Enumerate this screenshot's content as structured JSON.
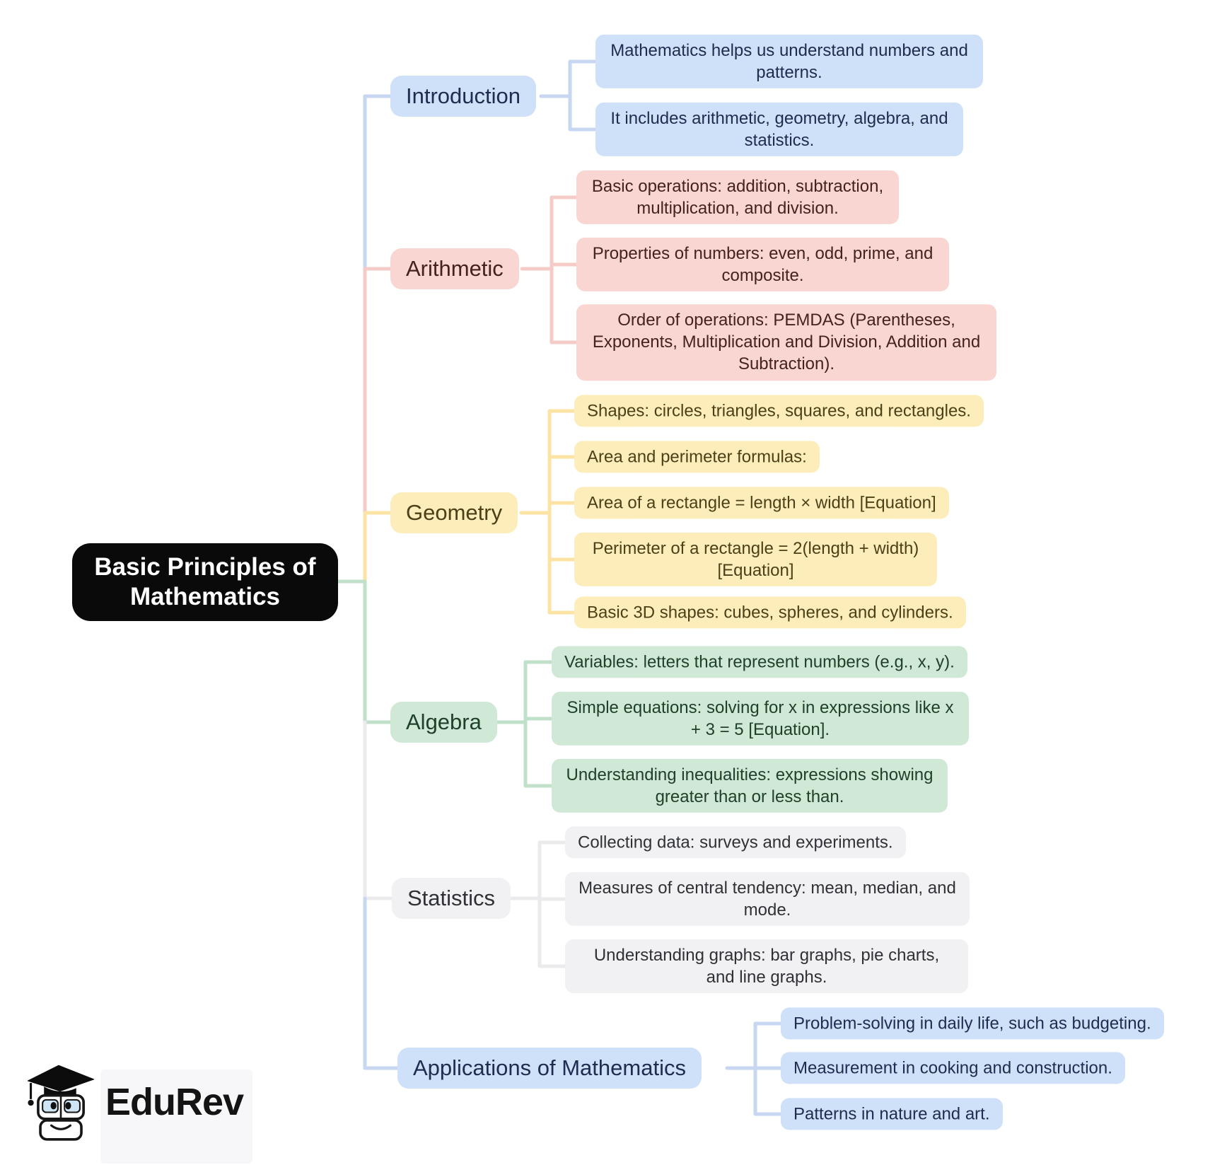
{
  "root": {
    "title": "Basic Principles of Mathematics",
    "background": "#0a0a0a",
    "text_color": "#ffffff"
  },
  "branches": [
    {
      "id": "introduction",
      "label": "Introduction",
      "color_fill": "#cfe0f9",
      "color_line": "#c7d7f2",
      "color_text": "#1e2c4f",
      "leaves": [
        "Mathematics helps us understand numbers and patterns.",
        "It includes arithmetic, geometry, algebra, and statistics."
      ]
    },
    {
      "id": "arithmetic",
      "label": "Arithmetic",
      "color_fill": "#f9d6d2",
      "color_line": "#f5cbc7",
      "color_text": "#45211f",
      "leaves": [
        "Basic operations: addition, subtraction, multiplication, and division.",
        "Properties of numbers: even, odd, prime, and composite.",
        "Order of operations: PEMDAS (Parentheses, Exponents, Multiplication and Division, Addition and Subtraction)."
      ]
    },
    {
      "id": "geometry",
      "label": "Geometry",
      "color_fill": "#fdedbb",
      "color_line": "#fbe3a4",
      "color_text": "#4b4017",
      "leaves": [
        "Shapes: circles, triangles, squares, and rectangles.",
        "Area and perimeter formulas:",
        "Area of a rectangle = length × width [Equation]",
        "Perimeter of a rectangle = 2(length + width) [Equation]",
        "Basic 3D shapes: cubes, spheres, and cylinders."
      ]
    },
    {
      "id": "algebra",
      "label": "Algebra",
      "color_fill": "#d0e8d6",
      "color_line": "#c1e0c9",
      "color_text": "#1f402a",
      "leaves": [
        "Variables: letters that represent numbers (e.g., x, y).",
        "Simple equations: solving for x in expressions like x + 3 = 5 [Equation].",
        "Understanding inequalities: expressions showing greater than or less than."
      ]
    },
    {
      "id": "statistics",
      "label": "Statistics",
      "color_fill": "#f1f1f3",
      "color_line": "#ebebed",
      "color_text": "#2f3136",
      "leaves": [
        "Collecting data: surveys and experiments.",
        "Measures of central tendency: mean, median, and mode.",
        "Understanding graphs: bar graphs, pie charts, and line graphs."
      ]
    },
    {
      "id": "applications",
      "label": "Applications of Mathematics",
      "color_fill": "#cfe0f9",
      "color_line": "#c7d7f2",
      "color_text": "#1e2c4f",
      "leaves": [
        "Problem-solving in daily life, such as budgeting.",
        "Measurement in cooking and construction.",
        "Patterns in nature and art."
      ]
    }
  ],
  "logo": {
    "text": "EduRev"
  }
}
